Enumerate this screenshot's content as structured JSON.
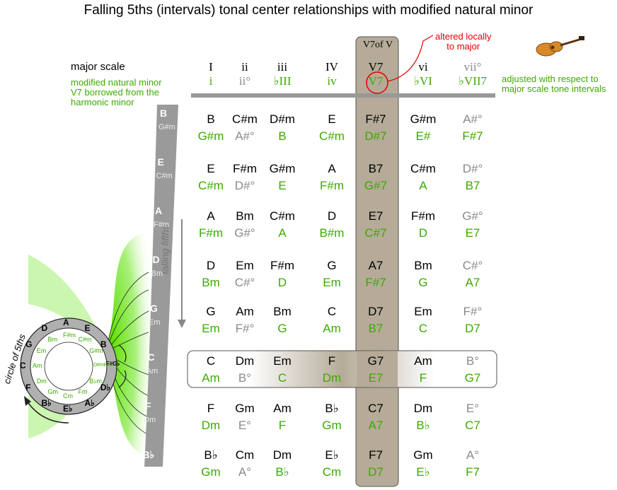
{
  "title": "Falling 5ths (intervals) tonal center relationships with modified natural minor",
  "legend": {
    "major_scale": "major scale",
    "minor_line1": "modified natural minor",
    "minor_line2": "V7 borrowed from the",
    "minor_line3": "harmonic minor",
    "adjusted_line1": "adjusted with respect to",
    "adjusted_line2": "major scale tone intervals",
    "altered_line1": "altered locally",
    "altered_line2": "to major",
    "v_of_v": "V7of V",
    "falling_fifths": "falling fifths",
    "circle_of_fifths": "circle of 5ths"
  },
  "headers": {
    "major": [
      "I",
      "ii",
      "iii",
      "IV",
      "V7",
      "vi",
      "vii°"
    ],
    "minor": [
      "i",
      "ii°",
      "♭III",
      "iv",
      "V7",
      "♭VI",
      "♭VII7"
    ]
  },
  "rows": [
    {
      "major": [
        "B",
        "C#m",
        "D#m",
        "E",
        "F#7",
        "G#m",
        "A#°"
      ],
      "minor": [
        "G#m",
        "A#°",
        "B",
        "C#m",
        "D#7",
        "E#",
        "F#7"
      ]
    },
    {
      "major": [
        "E",
        "F#m",
        "G#m",
        "A",
        "B7",
        "C#m",
        "D#°"
      ],
      "minor": [
        "C#m",
        "D#°",
        "E",
        "F#m",
        "G#7",
        "A",
        "B7"
      ]
    },
    {
      "major": [
        "A",
        "Bm",
        "C#m",
        "D",
        "E7",
        "F#m",
        "G#°"
      ],
      "minor": [
        "F#m",
        "G#°",
        "A",
        "B#m",
        "C#7",
        "D",
        "E7"
      ]
    },
    {
      "major": [
        "D",
        "Em",
        "F#m",
        "G",
        "A7",
        "Bm",
        "C#°"
      ],
      "minor": [
        "Bm",
        "C#°",
        "D",
        "Em",
        "F#7",
        "G",
        "A7"
      ]
    },
    {
      "major": [
        "G",
        "Am",
        "Bm",
        "C",
        "D7",
        "Em",
        "F#°"
      ],
      "minor": [
        "Em",
        "F#°",
        "G",
        "Am",
        "B7",
        "C",
        "D7"
      ]
    },
    {
      "major": [
        "C",
        "Dm",
        "Em",
        "F",
        "G7",
        "Am",
        "B°"
      ],
      "minor": [
        "Am",
        "B°",
        "C",
        "Dm",
        "E7",
        "F",
        "G7"
      ]
    },
    {
      "major": [
        "F",
        "Gm",
        "Am",
        "B♭",
        "C7",
        "Dm",
        "E°"
      ],
      "minor": [
        "Dm",
        "E°",
        "F",
        "Gm",
        "A7",
        "B♭",
        "C7"
      ]
    },
    {
      "major": [
        "B♭",
        "Cm",
        "Dm",
        "E♭",
        "F7",
        "Gm",
        "A°"
      ],
      "minor": [
        "Gm",
        "A°",
        "B♭",
        "Cm",
        "D7",
        "E♭",
        "F7"
      ]
    }
  ],
  "side_strip": [
    {
      "major": "B",
      "minor": "G#m"
    },
    {
      "major": "E",
      "minor": "C#m"
    },
    {
      "major": "A",
      "minor": "F#m"
    },
    {
      "major": "D",
      "minor": "Bm"
    },
    {
      "major": "G",
      "minor": "Em"
    },
    {
      "major": "C",
      "minor": "Am"
    },
    {
      "major": "F",
      "minor": "Dm"
    },
    {
      "major": "B♭",
      "minor": ""
    }
  ],
  "circle": {
    "outer": [
      "C",
      "G",
      "D",
      "A",
      "E",
      "B",
      "F#G♭",
      "D♭",
      "A♭",
      "E♭",
      "B♭",
      "F"
    ],
    "inner": [
      "Am",
      "Em",
      "Bm",
      "F#m",
      "C#m",
      "G#m",
      "D#mE♭m",
      "B♭m",
      "Fm",
      "Cm",
      "Gm",
      "Dm"
    ]
  },
  "colors": {
    "green": "#3caa00",
    "gray": "#8a8a8a",
    "band": "#b5ab98",
    "red": "#e00000"
  }
}
